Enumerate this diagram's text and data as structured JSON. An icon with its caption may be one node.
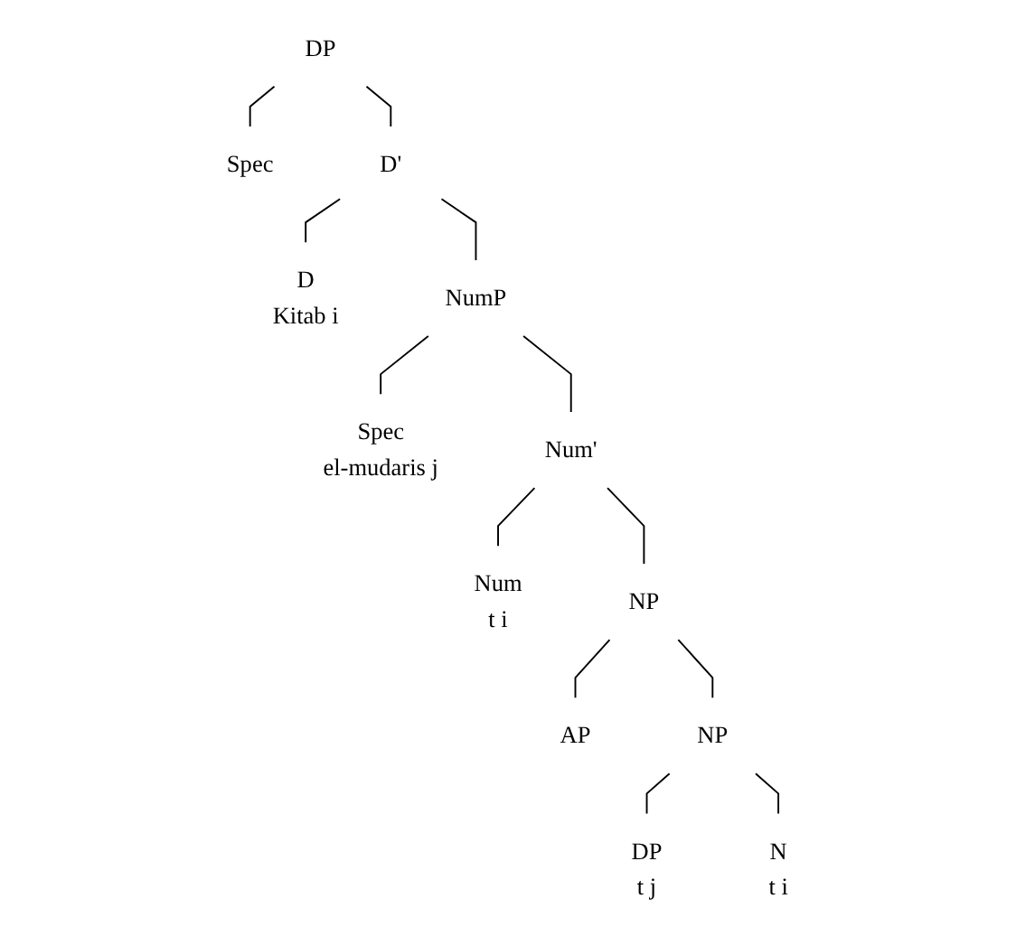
{
  "diagram": {
    "nodes": [
      {
        "text": [
          "DP"
        ]
      },
      {
        "text": [
          "Spec"
        ]
      },
      {
        "text": [
          "D'"
        ]
      },
      {
        "text": [
          "D"
        ],
        "beside": [
          "Kitab i"
        ]
      },
      {
        "text": [
          "NumP"
        ]
      },
      {
        "text": [
          "Spec"
        ],
        "beside": [
          "el-mudaris j"
        ]
      },
      {
        "text": [
          "Num'"
        ]
      },
      {
        "text": [
          "Num"
        ],
        "beside": [
          "t i"
        ]
      },
      {
        "text": [
          "NP"
        ]
      },
      {
        "text": [
          "AP"
        ]
      },
      {
        "text": [
          "NP"
        ]
      },
      {
        "text": [
          "DP"
        ],
        "beside": [
          "t j"
        ]
      },
      {
        "text": [
          "N"
        ],
        "beside": [
          "t i"
        ]
      }
    ],
    "edges": [
      {
        "from": 0,
        "to": 1,
        "arrow": "none"
      },
      {
        "from": 0,
        "to": 2,
        "arrow": "none"
      },
      {
        "from": 2,
        "to": 3,
        "arrow": "none"
      },
      {
        "from": 2,
        "to": 4,
        "arrow": "none"
      },
      {
        "from": 4,
        "to": 5,
        "arrow": "none"
      },
      {
        "from": 4,
        "to": 6,
        "arrow": "none"
      },
      {
        "from": 6,
        "to": 7,
        "arrow": "none"
      },
      {
        "from": 6,
        "to": 8,
        "arrow": "none"
      },
      {
        "from": 8,
        "to": 9,
        "arrow": "none"
      },
      {
        "from": 8,
        "to": 10,
        "arrow": "none"
      },
      {
        "from": 10,
        "to": 11,
        "arrow": "none"
      },
      {
        "from": 10,
        "to": 12,
        "arrow": "none"
      }
    ]
  }
}
